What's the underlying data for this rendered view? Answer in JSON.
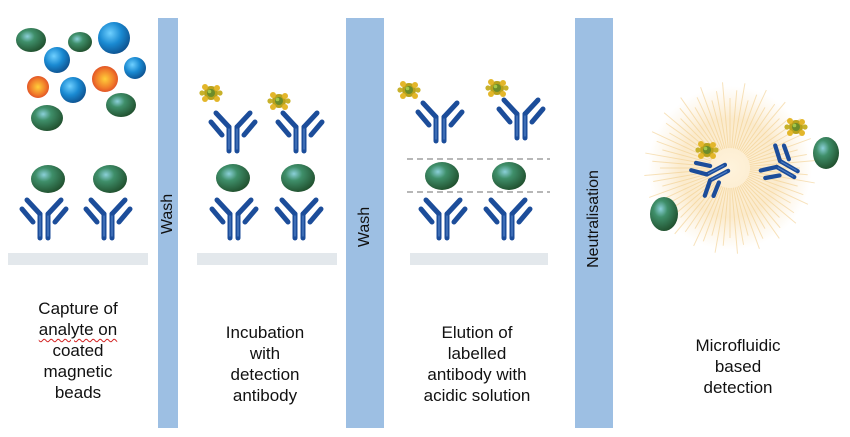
{
  "steps": [
    {
      "caption_lines": [
        "Capture of",
        "analyte on",
        "coated",
        "magnetic",
        "beads"
      ]
    },
    {
      "caption_lines": [
        "Incubation",
        "with",
        "detection",
        "antibody"
      ]
    },
    {
      "caption_lines": [
        "Elution of",
        "labelled",
        "antibody with",
        "acidic solution"
      ]
    },
    {
      "caption_lines": [
        "Microfluidic",
        "based",
        "detection"
      ]
    }
  ],
  "separators": [
    {
      "label": "Wash"
    },
    {
      "label": "Wash"
    },
    {
      "label": "Neutralisation"
    }
  ],
  "colors": {
    "separator_bar": "#9dbfe3",
    "antibody": "#1c4d9a",
    "surface": "#e3e8ec",
    "bead_green": "#2f6a3b",
    "bead_blue": "#1681c8",
    "bead_orange": "#e8742a",
    "label_gold": "#b8a21c",
    "dashed_line": "#8c8c8c",
    "glow": "#f6d9a8"
  }
}
